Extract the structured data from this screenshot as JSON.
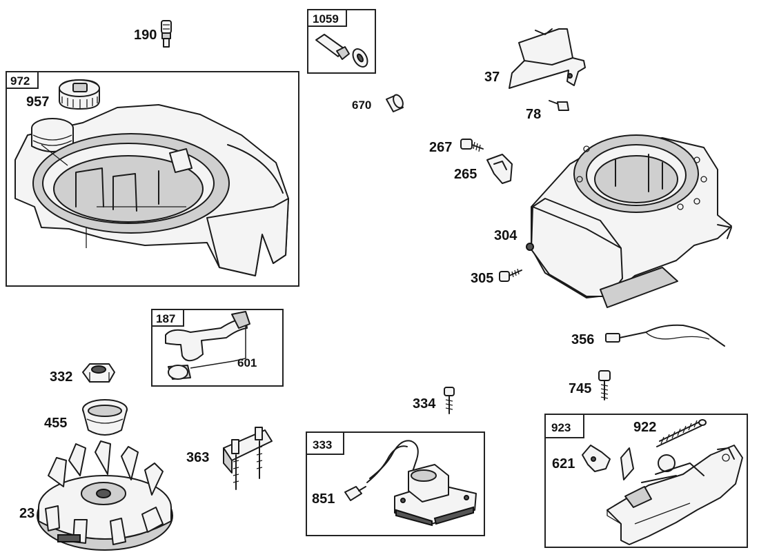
{
  "callouts": {
    "p190": "190",
    "p957": "957",
    "p670": "670",
    "p37": "37",
    "p78": "78",
    "p267": "267",
    "p265": "265",
    "p304": "304",
    "p305": "305",
    "p356": "356",
    "p601": "601",
    "p332": "332",
    "p455": "455",
    "p23": "23",
    "p363": "363",
    "p334": "334",
    "p745": "745",
    "p851": "851",
    "p922": "922",
    "p621": "621"
  },
  "kits": {
    "k1059": "1059",
    "k972": "972",
    "k187": "187",
    "k333": "333",
    "k923": "923"
  }
}
